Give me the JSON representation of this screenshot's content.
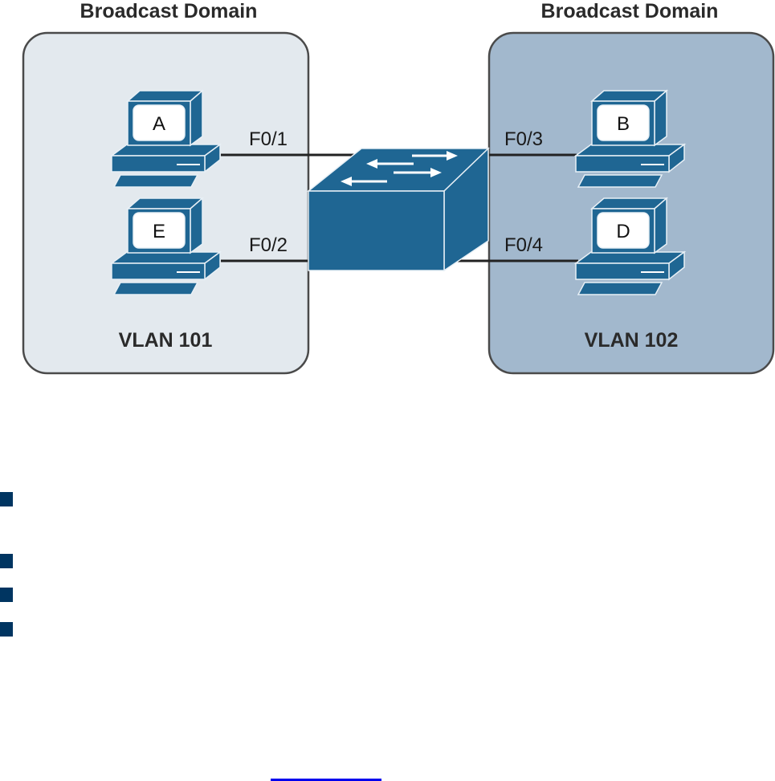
{
  "domains": [
    {
      "id": "left",
      "title": "Broadcast Domain",
      "vlan_label": "VLAN 101",
      "fill": "#e3e9ee"
    },
    {
      "id": "right",
      "title": "Broadcast Domain",
      "vlan_label": "VLAN 102",
      "fill": "#a2b8cd"
    }
  ],
  "computers": [
    {
      "id": "A",
      "label": "A",
      "port": "F0/1",
      "vlan": "VLAN 101"
    },
    {
      "id": "E",
      "label": "E",
      "port": "F0/2",
      "vlan": "VLAN 101"
    },
    {
      "id": "B",
      "label": "B",
      "port": "F0/3",
      "vlan": "VLAN 102"
    },
    {
      "id": "D",
      "label": "D",
      "port": "F0/4",
      "vlan": "VLAN 102"
    }
  ],
  "switch": {
    "icon": "switch-icon"
  },
  "colors": {
    "device_blue": "#1f6693",
    "bullet_navy": "#003561",
    "link_blue": "#0000ee",
    "outline": "#4a4a4a"
  },
  "bullets_count": 4,
  "link": {
    "text": ""
  }
}
